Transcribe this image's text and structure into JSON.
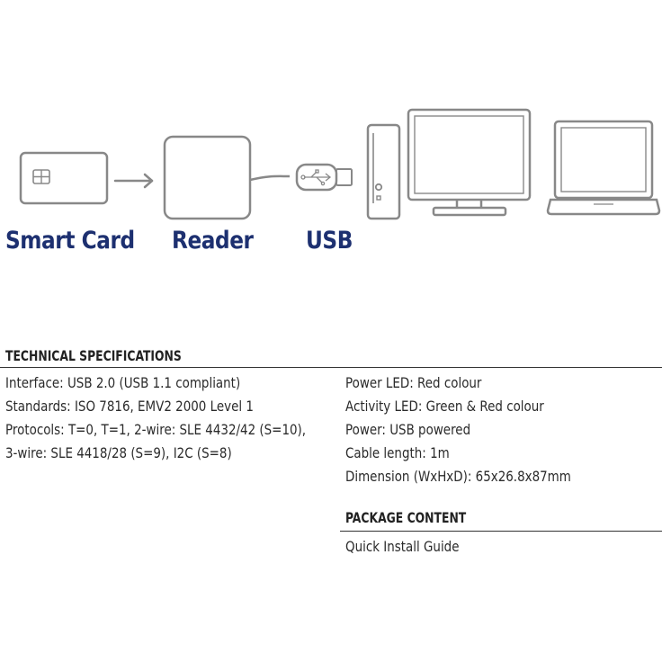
{
  "diagram": {
    "labels": {
      "smart_card": "Smart Card",
      "reader": "Reader",
      "usb": "USB"
    },
    "icons": [
      "smart-card-icon",
      "arrow-right-icon",
      "card-reader-icon",
      "usb-plug-icon",
      "desktop-tower-icon",
      "monitor-icon",
      "laptop-icon"
    ],
    "label_color": "#1d3070",
    "line_color": "#888888"
  },
  "tech_specs": {
    "title": "TECHNICAL SPECIFICATIONS",
    "left": [
      "Interface: USB 2.0 (USB 1.1 compliant)",
      "Standards: ISO 7816, EMV2 2000 Level 1",
      "Protocols: T=0, T=1, 2-wire: SLE 4432/42 (S=10),",
      "3-wire: SLE 4418/28 (S=9), I2C (S=8)"
    ],
    "right": [
      "Power LED: Red colour",
      "Activity LED: Green & Red colour",
      "Power: USB powered",
      "Cable length: 1m",
      "Dimension (WxHxD): 65x26.8x87mm"
    ]
  },
  "package": {
    "title": "PACKAGE CONTENT",
    "items": [
      "Quick Install Guide"
    ]
  }
}
